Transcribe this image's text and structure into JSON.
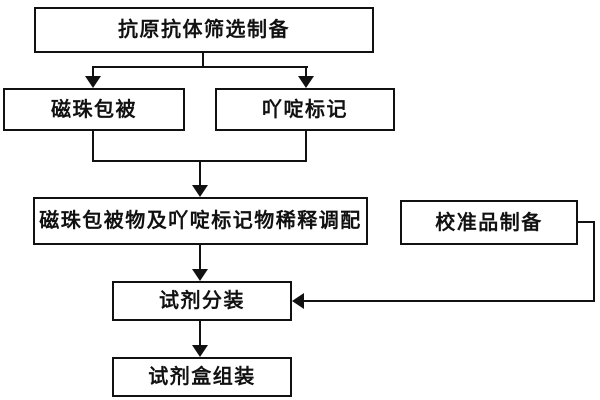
{
  "diagram": {
    "type": "flowchart",
    "background_color": "#ffffff",
    "line_color": "#111111",
    "box_fill_color": "#ffffff",
    "nodes": [
      {
        "id": "screening",
        "label": "抗原抗体筛选制备"
      },
      {
        "id": "bead",
        "label": "磁珠包被"
      },
      {
        "id": "acridine",
        "label": "吖啶标记"
      },
      {
        "id": "dilution",
        "label": "磁珠包被物及吖啶标记物稀释调配"
      },
      {
        "id": "calibrator",
        "label": "校准品制备"
      },
      {
        "id": "dispense",
        "label": "试剂分装"
      },
      {
        "id": "assembly",
        "label": "试剂盒组装"
      }
    ],
    "edges": [
      {
        "from": "screening",
        "to": "bead",
        "style": "arrow-down"
      },
      {
        "from": "screening",
        "to": "acridine",
        "style": "arrow-down"
      },
      {
        "from": "bead",
        "to": "dilution",
        "style": "merge-arrow-down"
      },
      {
        "from": "acridine",
        "to": "dilution",
        "style": "merge-arrow-down"
      },
      {
        "from": "dilution",
        "to": "dispense",
        "style": "arrow-down"
      },
      {
        "from": "calibrator",
        "to": "dispense",
        "style": "arrow-left-around"
      },
      {
        "from": "dispense",
        "to": "assembly",
        "style": "arrow-down"
      }
    ]
  }
}
